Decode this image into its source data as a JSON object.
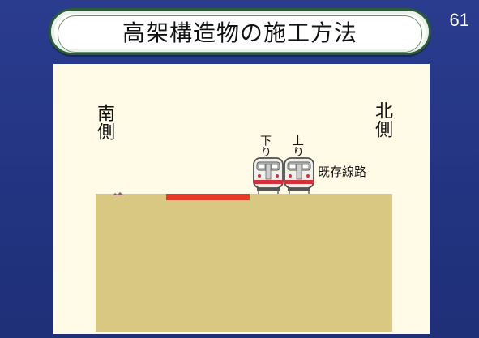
{
  "slide": {
    "title": "高架構造物の施工方法",
    "number": "61"
  },
  "diagram": {
    "south_label": "南側",
    "north_label": "北側",
    "down_track_label": "下り",
    "up_track_label": "上り",
    "existing_line_label": "既存線路"
  }
}
